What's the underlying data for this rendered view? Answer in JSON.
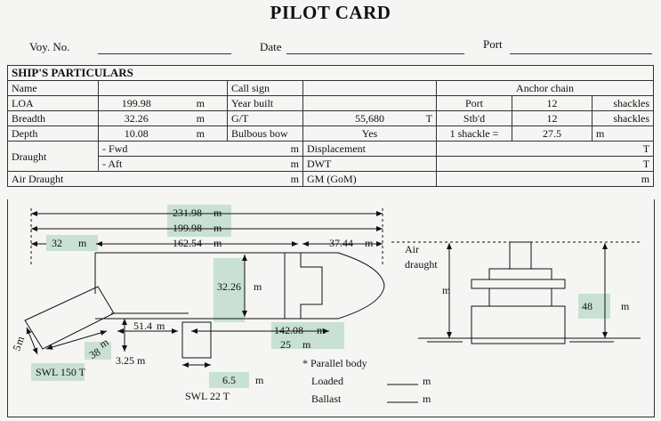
{
  "title": "PILOT CARD",
  "header": {
    "voy_label": "Voy. No.",
    "date_label": "Date",
    "port_label": "Port"
  },
  "particulars": {
    "section": "SHIP'S PARTICULARS",
    "name_label": "Name",
    "loa_label": "LOA",
    "loa_value": "199.98",
    "loa_unit": "m",
    "breadth_label": "Breadth",
    "breadth_value": "32.26",
    "breadth_unit": "m",
    "depth_label": "Depth",
    "depth_value": "10.08",
    "depth_unit": "m",
    "callsign_label": "Call sign",
    "yearbuilt_label": "Year built",
    "gt_label": "G/T",
    "gt_value": "55,680",
    "gt_unit": "T",
    "bulbous_label": "Bulbous bow",
    "bulbous_value": "Yes",
    "anchor_label": "Anchor chain",
    "port_label": "Port",
    "port_value": "12",
    "port_unit": "shackles",
    "stbd_label": "Stb'd",
    "stbd_value": "12",
    "stbd_unit": "shackles",
    "shackle_label": "1 shackle =",
    "shackle_value": "27.5",
    "shackle_unit": "m",
    "draught_label": "Draught",
    "fwd_label": "- Fwd",
    "aft_label": "- Aft",
    "air_draught_label": "Air Draught",
    "m": "m",
    "T": "T",
    "displacement_label": "Displacement",
    "dwt_label": "DWT",
    "gm_label": "GM (GoM)"
  },
  "diagram": {
    "d1": "231.98",
    "d2": "199.98",
    "d3": "162.54",
    "d4": "32",
    "d5": "37.44",
    "beam": "32.26",
    "d6": "142.08",
    "d7": "25",
    "d8": "51.4",
    "d9": "38",
    "d10": "3.25",
    "d11": "5",
    "d12": "6.5",
    "swl1": "SWL 150  T",
    "swl2": "SWL  22 T",
    "m": "m",
    "parallel": "* Parallel body",
    "loaded": "Loaded",
    "ballast": "Ballast",
    "air": "Air",
    "draught": "draught",
    "air_m": "m",
    "h48": "48"
  }
}
